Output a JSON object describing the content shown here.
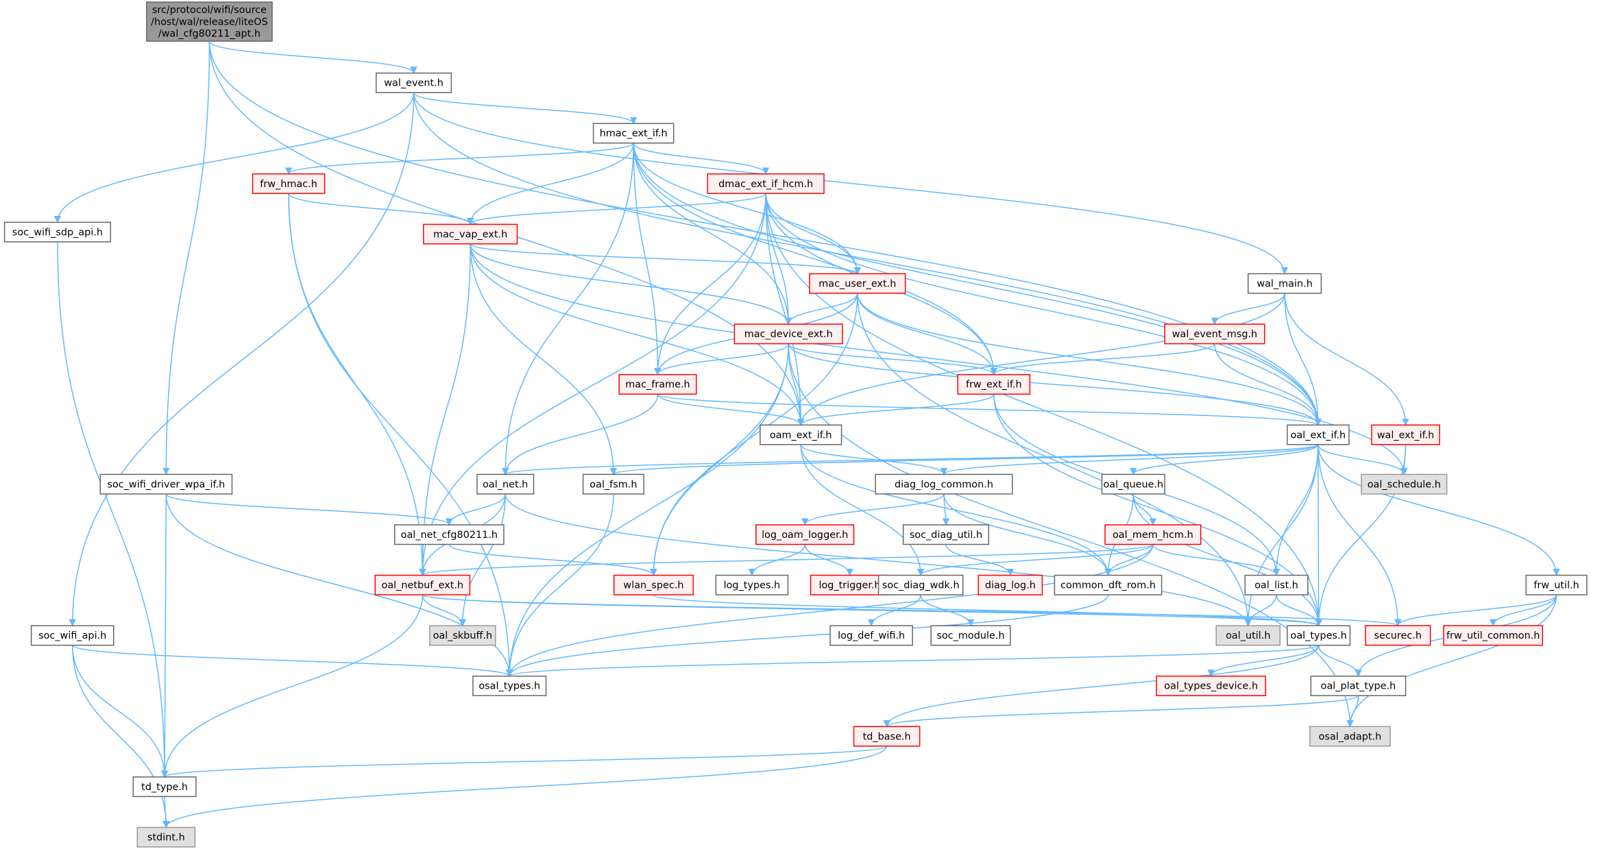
{
  "graph": {
    "title": "Include dependency graph for wal_cfg80211_apt.h",
    "colors": {
      "edge": "#63b8ff",
      "normal_fill": "#ffffff",
      "normal_border": "#666666",
      "red_fill": "#fff0f0",
      "red_border": "#ff0000",
      "gray_fill": "#e0e0e0",
      "gray_border": "#999999",
      "root_fill": "#999999",
      "root_border": "#666666"
    },
    "nodes": [
      {
        "id": "root",
        "label": "src/protocol/wifi/source\n/host/wal/release/liteOS\n/wal_cfg80211_apt.h",
        "style": "root"
      },
      {
        "id": "wal_event",
        "label": "wal_event.h",
        "style": "normal"
      },
      {
        "id": "hmac_ext_if",
        "label": "hmac_ext_if.h",
        "style": "normal"
      },
      {
        "id": "soc_wifi_sdp_api",
        "label": "soc_wifi_sdp_api.h",
        "style": "normal"
      },
      {
        "id": "frw_hmac",
        "label": "frw_hmac.h",
        "style": "red"
      },
      {
        "id": "dmac_ext_if_hcm",
        "label": "dmac_ext_if_hcm.h",
        "style": "red"
      },
      {
        "id": "mac_vap_ext",
        "label": "mac_vap_ext.h",
        "style": "red"
      },
      {
        "id": "mac_user_ext",
        "label": "mac_user_ext.h",
        "style": "red"
      },
      {
        "id": "wal_main",
        "label": "wal_main.h",
        "style": "normal"
      },
      {
        "id": "mac_device_ext",
        "label": "mac_device_ext.h",
        "style": "red"
      },
      {
        "id": "wal_event_msg",
        "label": "wal_event_msg.h",
        "style": "red"
      },
      {
        "id": "mac_frame",
        "label": "mac_frame.h",
        "style": "red"
      },
      {
        "id": "frw_ext_if",
        "label": "frw_ext_if.h",
        "style": "red"
      },
      {
        "id": "oam_ext_if",
        "label": "oam_ext_if.h",
        "style": "normal"
      },
      {
        "id": "oal_ext_if",
        "label": "oal_ext_if.h",
        "style": "normal"
      },
      {
        "id": "wal_ext_if",
        "label": "wal_ext_if.h",
        "style": "red"
      },
      {
        "id": "soc_wifi_driver_wpa_if",
        "label": "soc_wifi_driver_wpa_if.h",
        "style": "normal"
      },
      {
        "id": "oal_net",
        "label": "oal_net.h",
        "style": "normal"
      },
      {
        "id": "oal_fsm",
        "label": "oal_fsm.h",
        "style": "normal"
      },
      {
        "id": "diag_log_common",
        "label": "diag_log_common.h",
        "style": "normal"
      },
      {
        "id": "oal_queue",
        "label": "oal_queue.h",
        "style": "normal"
      },
      {
        "id": "oal_schedule",
        "label": "oal_schedule.h",
        "style": "gray"
      },
      {
        "id": "frw_util",
        "label": "frw_util.h",
        "style": "normal"
      },
      {
        "id": "oal_net_cfg80211",
        "label": "oal_net_cfg80211.h",
        "style": "normal"
      },
      {
        "id": "log_oam_logger",
        "label": "log_oam_logger.h",
        "style": "red"
      },
      {
        "id": "soc_diag_util",
        "label": "soc_diag_util.h",
        "style": "normal"
      },
      {
        "id": "oal_mem_hcm",
        "label": "oal_mem_hcm.h",
        "style": "red"
      },
      {
        "id": "oal_netbuf_ext",
        "label": "oal_netbuf_ext.h",
        "style": "red"
      },
      {
        "id": "wlan_spec",
        "label": "wlan_spec.h",
        "style": "red"
      },
      {
        "id": "log_types",
        "label": "log_types.h",
        "style": "normal"
      },
      {
        "id": "log_trigger",
        "label": "log_trigger.h",
        "style": "red"
      },
      {
        "id": "soc_diag_wdk",
        "label": "soc_diag_wdk.h",
        "style": "normal"
      },
      {
        "id": "diag_log",
        "label": "diag_log.h",
        "style": "red"
      },
      {
        "id": "common_dft_rom",
        "label": "common_dft_rom.h",
        "style": "normal"
      },
      {
        "id": "oal_list",
        "label": "oal_list.h",
        "style": "normal"
      },
      {
        "id": "soc_wifi_api",
        "label": "soc_wifi_api.h",
        "style": "normal"
      },
      {
        "id": "oal_skbuff",
        "label": "oal_skbuff.h",
        "style": "gray"
      },
      {
        "id": "log_def_wifi",
        "label": "log_def_wifi.h",
        "style": "normal"
      },
      {
        "id": "soc_module",
        "label": "soc_module.h",
        "style": "normal"
      },
      {
        "id": "oal_util",
        "label": "oal_util.h",
        "style": "gray"
      },
      {
        "id": "oal_types",
        "label": "oal_types.h",
        "style": "normal"
      },
      {
        "id": "securec",
        "label": "securec.h",
        "style": "red"
      },
      {
        "id": "frw_util_common",
        "label": "frw_util_common.h",
        "style": "red"
      },
      {
        "id": "osal_types",
        "label": "osal_types.h",
        "style": "normal"
      },
      {
        "id": "oal_types_device",
        "label": "oal_types_device.h",
        "style": "red"
      },
      {
        "id": "oal_plat_type",
        "label": "oal_plat_type.h",
        "style": "normal"
      },
      {
        "id": "osal_adapt",
        "label": "osal_adapt.h",
        "style": "gray"
      },
      {
        "id": "td_base",
        "label": "td_base.h",
        "style": "red"
      },
      {
        "id": "td_type",
        "label": "td_type.h",
        "style": "normal"
      },
      {
        "id": "stdint",
        "label": "stdint.h",
        "style": "gray"
      }
    ],
    "edges": [
      [
        "root",
        "wal_event"
      ],
      [
        "root",
        "soc_wifi_driver_wpa_if"
      ],
      [
        "root",
        "oam_ext_if"
      ],
      [
        "root",
        "oal_ext_if"
      ],
      [
        "wal_event",
        "soc_wifi_sdp_api"
      ],
      [
        "wal_event",
        "soc_wifi_api"
      ],
      [
        "wal_event",
        "hmac_ext_if"
      ],
      [
        "wal_event",
        "wal_main"
      ],
      [
        "wal_event",
        "oal_ext_if"
      ],
      [
        "hmac_ext_if",
        "frw_hmac"
      ],
      [
        "hmac_ext_if",
        "mac_vap_ext"
      ],
      [
        "hmac_ext_if",
        "dmac_ext_if_hcm"
      ],
      [
        "hmac_ext_if",
        "mac_user_ext"
      ],
      [
        "hmac_ext_if",
        "mac_device_ext"
      ],
      [
        "hmac_ext_if",
        "mac_frame"
      ],
      [
        "hmac_ext_if",
        "frw_ext_if"
      ],
      [
        "hmac_ext_if",
        "oal_ext_if"
      ],
      [
        "hmac_ext_if",
        "oal_net"
      ],
      [
        "frw_hmac",
        "mac_vap_ext"
      ],
      [
        "frw_hmac",
        "oal_netbuf_ext"
      ],
      [
        "frw_hmac",
        "osal_types"
      ],
      [
        "dmac_ext_if_hcm",
        "mac_vap_ext"
      ],
      [
        "dmac_ext_if_hcm",
        "mac_user_ext"
      ],
      [
        "dmac_ext_if_hcm",
        "mac_device_ext"
      ],
      [
        "dmac_ext_if_hcm",
        "mac_frame"
      ],
      [
        "dmac_ext_if_hcm",
        "frw_ext_if"
      ],
      [
        "dmac_ext_if_hcm",
        "oam_ext_if"
      ],
      [
        "dmac_ext_if_hcm",
        "oal_ext_if"
      ],
      [
        "dmac_ext_if_hcm",
        "oal_netbuf_ext"
      ],
      [
        "dmac_ext_if_hcm",
        "oal_types"
      ],
      [
        "mac_vap_ext",
        "mac_user_ext"
      ],
      [
        "mac_vap_ext",
        "mac_device_ext"
      ],
      [
        "mac_vap_ext",
        "oam_ext_if"
      ],
      [
        "mac_vap_ext",
        "oal_fsm"
      ],
      [
        "mac_vap_ext",
        "oal_netbuf_ext"
      ],
      [
        "mac_vap_ext",
        "oal_schedule"
      ],
      [
        "mac_user_ext",
        "mac_device_ext"
      ],
      [
        "mac_user_ext",
        "mac_frame"
      ],
      [
        "mac_user_ext",
        "frw_ext_if"
      ],
      [
        "mac_user_ext",
        "oal_ext_if"
      ],
      [
        "mac_user_ext",
        "wlan_spec"
      ],
      [
        "mac_user_ext",
        "oal_util"
      ],
      [
        "mac_device_ext",
        "mac_frame"
      ],
      [
        "mac_device_ext",
        "frw_ext_if"
      ],
      [
        "mac_device_ext",
        "oam_ext_if"
      ],
      [
        "mac_device_ext",
        "oal_ext_if"
      ],
      [
        "mac_device_ext",
        "wlan_spec"
      ],
      [
        "mac_device_ext",
        "osal_types"
      ],
      [
        "mac_device_ext",
        "osal_adapt"
      ],
      [
        "mac_frame",
        "oam_ext_if"
      ],
      [
        "mac_frame",
        "oal_ext_if"
      ],
      [
        "mac_frame",
        "oal_net"
      ],
      [
        "frw_ext_if",
        "oam_ext_if"
      ],
      [
        "frw_ext_if",
        "oal_list"
      ],
      [
        "frw_ext_if",
        "oal_types"
      ],
      [
        "wal_main",
        "wal_event_msg"
      ],
      [
        "wal_main",
        "oam_ext_if"
      ],
      [
        "wal_main",
        "oal_ext_if"
      ],
      [
        "wal_main",
        "wal_ext_if"
      ],
      [
        "wal_event_msg",
        "frw_ext_if"
      ],
      [
        "wal_event_msg",
        "oal_ext_if"
      ],
      [
        "wal_ext_if",
        "oal_schedule"
      ],
      [
        "wal_ext_if",
        "oal_types"
      ],
      [
        "oam_ext_if",
        "diag_log_common"
      ],
      [
        "oam_ext_if",
        "soc_diag_wdk"
      ],
      [
        "oam_ext_if",
        "common_dft_rom"
      ],
      [
        "oal_ext_if",
        "oal_net"
      ],
      [
        "oal_ext_if",
        "oal_fsm"
      ],
      [
        "oal_ext_if",
        "diag_log_common"
      ],
      [
        "oal_ext_if",
        "oal_queue"
      ],
      [
        "oal_ext_if",
        "oal_schedule"
      ],
      [
        "oal_ext_if",
        "oal_list"
      ],
      [
        "oal_ext_if",
        "oal_util"
      ],
      [
        "oal_ext_if",
        "oal_types"
      ],
      [
        "oal_ext_if",
        "frw_util"
      ],
      [
        "oal_ext_if",
        "securec"
      ],
      [
        "soc_wifi_driver_wpa_if",
        "oal_net_cfg80211"
      ],
      [
        "soc_wifi_driver_wpa_if",
        "td_type"
      ],
      [
        "soc_wifi_driver_wpa_if",
        "osal_types"
      ],
      [
        "oal_net",
        "oal_net_cfg80211"
      ],
      [
        "oal_net",
        "oal_netbuf_ext"
      ],
      [
        "oal_net",
        "oal_skbuff"
      ],
      [
        "oal_net",
        "oal_util"
      ],
      [
        "oal_fsm",
        "osal_types"
      ],
      [
        "diag_log_common",
        "log_oam_logger"
      ],
      [
        "diag_log_common",
        "soc_diag_util"
      ],
      [
        "diag_log_common",
        "common_dft_rom"
      ],
      [
        "oal_queue",
        "oal_mem_hcm"
      ],
      [
        "oal_queue",
        "common_dft_rom"
      ],
      [
        "oal_queue",
        "oal_types"
      ],
      [
        "oal_net_cfg80211",
        "wlan_spec"
      ],
      [
        "log_oam_logger",
        "log_types"
      ],
      [
        "log_oam_logger",
        "log_trigger"
      ],
      [
        "soc_diag_util",
        "diag_log"
      ],
      [
        "oal_mem_hcm",
        "oal_netbuf_ext"
      ],
      [
        "oal_mem_hcm",
        "soc_diag_wdk"
      ],
      [
        "oal_mem_hcm",
        "common_dft_rom"
      ],
      [
        "oal_mem_hcm",
        "oal_list"
      ],
      [
        "oal_mem_hcm",
        "osal_types"
      ],
      [
        "oal_netbuf_ext",
        "oal_skbuff"
      ],
      [
        "oal_netbuf_ext",
        "td_type"
      ],
      [
        "oal_netbuf_ext",
        "oal_types"
      ],
      [
        "oal_netbuf_ext",
        "securec"
      ],
      [
        "wlan_spec",
        "oal_types"
      ],
      [
        "soc_diag_wdk",
        "log_def_wifi"
      ],
      [
        "soc_diag_wdk",
        "soc_module"
      ],
      [
        "common_dft_rom",
        "osal_types"
      ],
      [
        "oal_list",
        "oal_util"
      ],
      [
        "oal_list",
        "oal_types"
      ],
      [
        "soc_wifi_api",
        "osal_types"
      ],
      [
        "soc_wifi_api",
        "td_type"
      ],
      [
        "soc_wifi_api",
        "stdint"
      ],
      [
        "soc_wifi_sdp_api",
        "td_type"
      ],
      [
        "oal_types",
        "osal_types"
      ],
      [
        "oal_types",
        "oal_types_device"
      ],
      [
        "oal_types",
        "oal_plat_type"
      ],
      [
        "oal_types",
        "td_base"
      ],
      [
        "frw_util",
        "securec"
      ],
      [
        "frw_util",
        "frw_util_common"
      ],
      [
        "frw_util",
        "oal_plat_type"
      ],
      [
        "frw_util",
        "osal_adapt"
      ],
      [
        "oal_plat_type",
        "osal_adapt"
      ],
      [
        "oal_plat_type",
        "td_base"
      ],
      [
        "td_base",
        "td_type"
      ],
      [
        "td_base",
        "stdint"
      ],
      [
        "td_type",
        "stdint"
      ]
    ]
  }
}
